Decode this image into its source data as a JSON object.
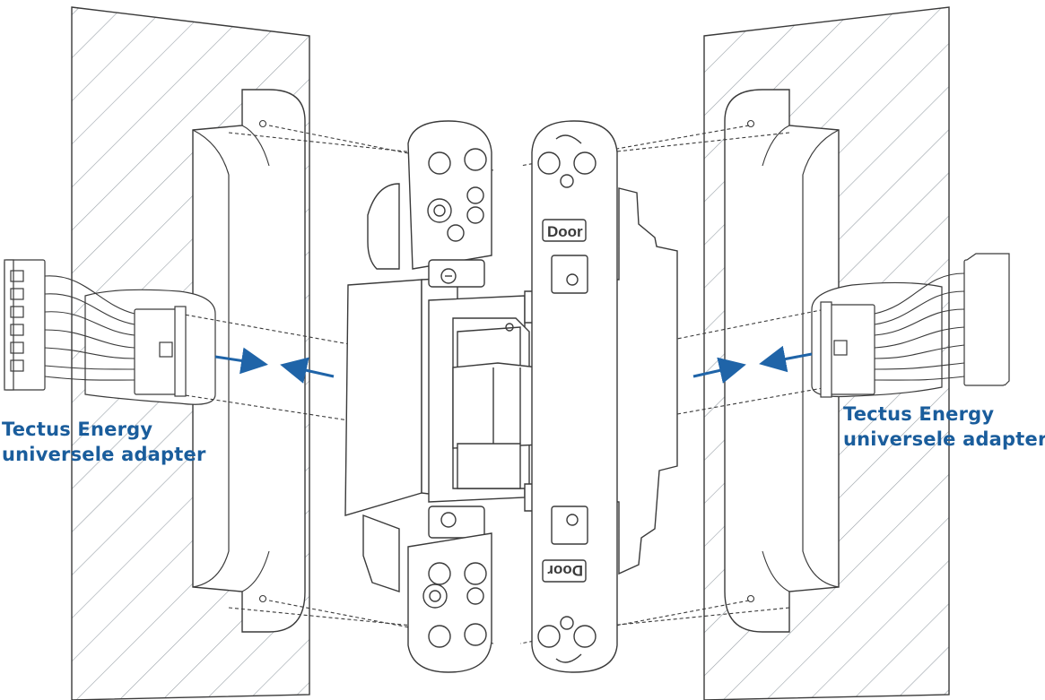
{
  "labels": {
    "left": {
      "line1": "Tectus Energy",
      "line2": "universele adapter"
    },
    "right": {
      "line1": "Tectus Energy",
      "line2": "universele adapter"
    }
  },
  "hinge_text": {
    "door_top": "Door",
    "door_bottom": "Door"
  },
  "colors": {
    "line": "#3a3a3a",
    "hatch": "#9aa1a8",
    "accent": "#1f64a8",
    "label": "#1a5d9c",
    "fill": "#ffffff"
  },
  "icons": {
    "arrow": "arrow-icon",
    "connector": "wire-connector-icon"
  }
}
